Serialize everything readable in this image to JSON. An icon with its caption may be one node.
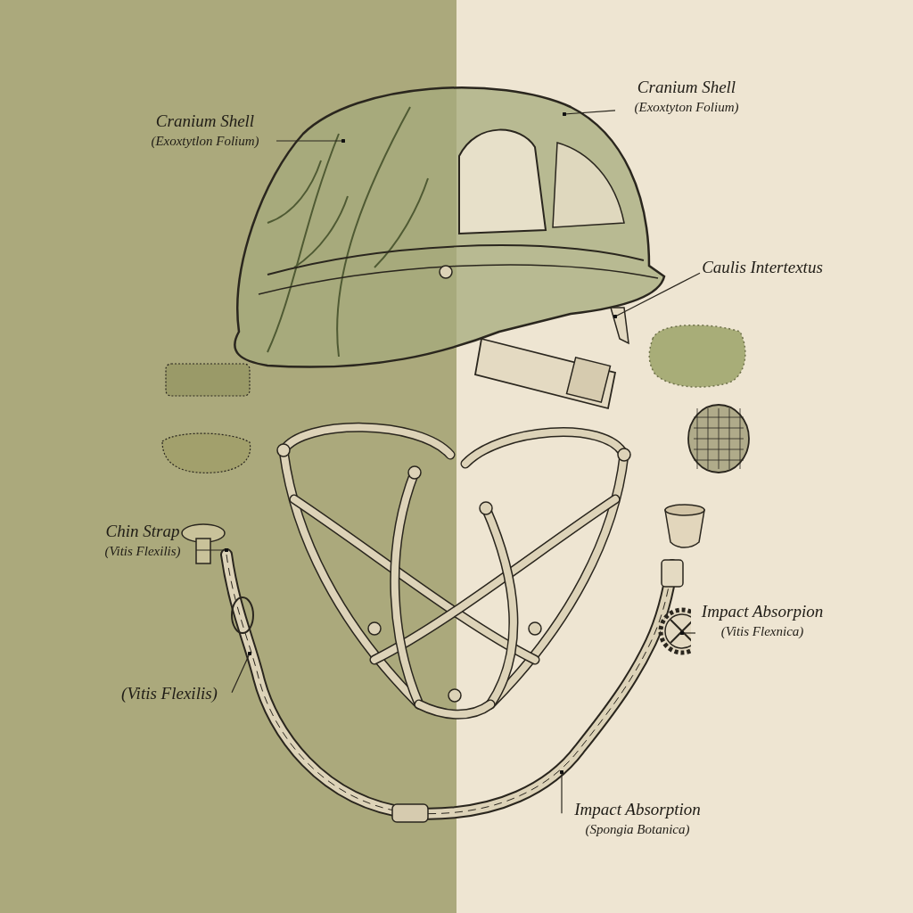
{
  "diagram": {
    "nodes": [
      {
        "text": [
          "Cranium Shell",
          "(Exoxtytlon Folium)"
        ]
      },
      {
        "text": [
          "Cranium Shell",
          "(Exoxtyton Folium)"
        ]
      },
      {
        "text": [
          "Caulis Intertextus"
        ]
      },
      {
        "text": [
          "Chin Strap",
          "(Vitis Flexilis)"
        ]
      },
      {
        "text": [
          "(Vitis Flexilis)"
        ]
      },
      {
        "text": [
          "Impact Absorpion",
          "(Vitis Flexnica)"
        ]
      },
      {
        "text": [
          "Impact Absorption",
          "(Spongia Botanica)"
        ]
      },
      {
        "text": [],
        "shape": "picture"
      },
      {
        "text": [],
        "shape": "picture"
      }
    ],
    "edges": [
      {
        "from": 0,
        "to": 7,
        "arrow": "other"
      },
      {
        "from": 1,
        "to": 7,
        "arrow": "other"
      },
      {
        "from": 2,
        "to": 7,
        "arrow": "other"
      },
      {
        "from": 3,
        "to": 8,
        "arrow": "other"
      },
      {
        "from": 4,
        "to": 8,
        "arrow": "other"
      },
      {
        "from": 5,
        "to": 8,
        "arrow": "other"
      },
      {
        "from": 6,
        "to": 8,
        "arrow": "other"
      }
    ]
  }
}
